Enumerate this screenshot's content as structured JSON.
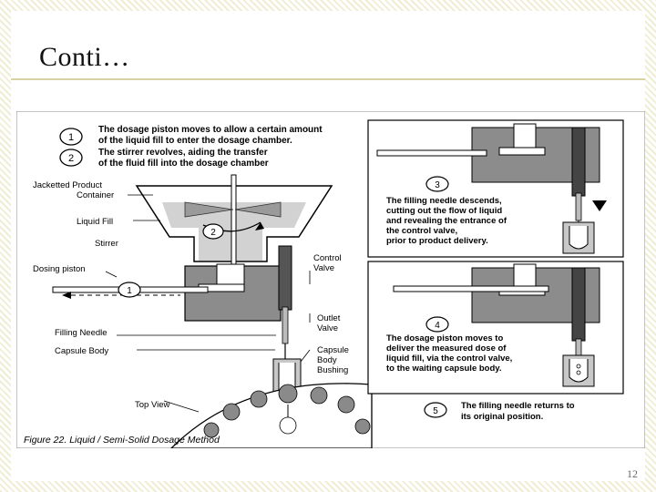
{
  "slide": {
    "title": "Conti…",
    "page_number": "12"
  },
  "figure": {
    "steps": {
      "s1_num": "1",
      "s1_line1": "The dosage piston moves to allow a certain amount",
      "s1_line2": "of the liquid fill to enter the dosage chamber.",
      "s2_num": "2",
      "s2_line1": "The stirrer revolves, aiding the transfer",
      "s2_line2": "of the fluid fill into the dosage chamber",
      "s3_num": "3",
      "s3_line1": "The filling needle descends,",
      "s3_line2": "cutting out the flow of liquid",
      "s3_line3": "and revealing the entrance of",
      "s3_line4": "the control valve,",
      "s3_line5": "prior to product delivery.",
      "s4_num": "4",
      "s4_line1": "The dosage piston moves to",
      "s4_line2": "deliver the measured dose of",
      "s4_line3": "liquid fill, via the control valve,",
      "s4_line4": "to the waiting capsule body.",
      "s5_num": "5",
      "s5_line1": "The filling needle returns to",
      "s5_line2": "its original position."
    },
    "labels": {
      "jacketed_1": "Jacketted Product",
      "jacketed_2": "Container",
      "liquid_fill": "Liquid Fill",
      "stirrer": "Stirrer",
      "dosing_piston": "Dosing piston",
      "control_valve_1": "Control",
      "control_valve_2": "Valve",
      "outlet_valve_1": "Outlet",
      "outlet_valve_2": "Valve",
      "filling_needle": "Filling Needle",
      "capsule_body": "Capsule Body",
      "bushing_1": "Capsule",
      "bushing_2": "Body",
      "bushing_3": "Bushing",
      "top_view": "Top View",
      "diagram_num_2": "2",
      "diagram_num_1": "1"
    },
    "caption": "Figure 22. Liquid / Semi-Solid Dosage Method"
  }
}
